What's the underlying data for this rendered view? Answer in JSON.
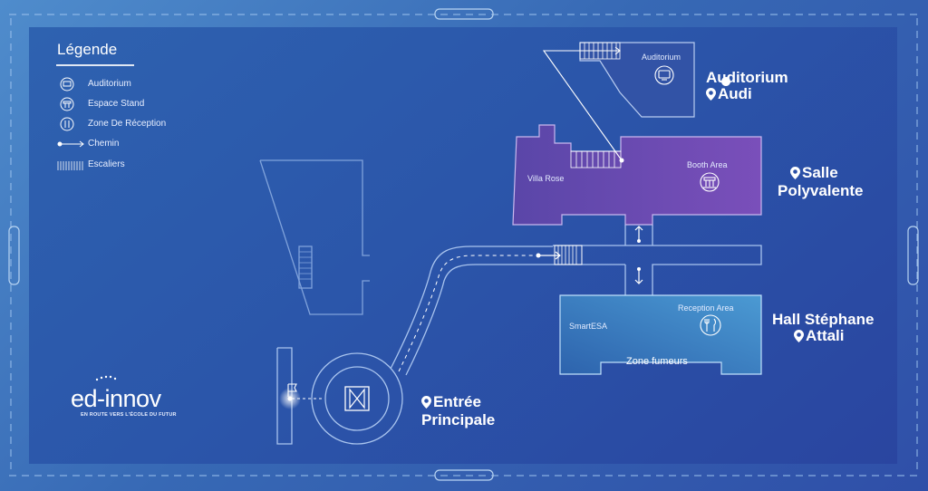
{
  "legend": {
    "title": "Légende",
    "items": [
      {
        "label": "Auditorium",
        "icon": "auditorium-icon"
      },
      {
        "label": "Espace Stand",
        "icon": "stand-icon"
      },
      {
        "label": "Zone De Réception",
        "icon": "reception-icon"
      },
      {
        "label": "Chemin",
        "icon": "path-arrow-icon"
      },
      {
        "label": "Escaliers",
        "icon": "stairs-icon"
      }
    ]
  },
  "zones": {
    "auditorium_line1": "Auditorium",
    "auditorium_line2": "Audi",
    "salle_line1": "Salle",
    "salle_line2": "Polyvalente",
    "hall_line1": "Hall Stéphane",
    "hall_line2": "Attali",
    "entree_line1": "Entrée",
    "entree_line2": "Principale"
  },
  "rooms": {
    "auditorium": "Auditorium",
    "villa_rose": "Villa Rose",
    "booth_area": "Booth Area",
    "smartesa": "SmartESA",
    "reception_area": "Reception Area",
    "zone_fumeurs": "Zone fumeurs"
  },
  "brand": {
    "name": "ed-innov",
    "tagline": "EN ROUTE VERS L'ÉCOLE DU FUTUR"
  },
  "colors": {
    "background": "#3d6fb3",
    "panel": "#2b56aa",
    "salle_fill": "#6b4bb0",
    "hall_fill": "#3f8ac8",
    "line": "#ffffff"
  }
}
